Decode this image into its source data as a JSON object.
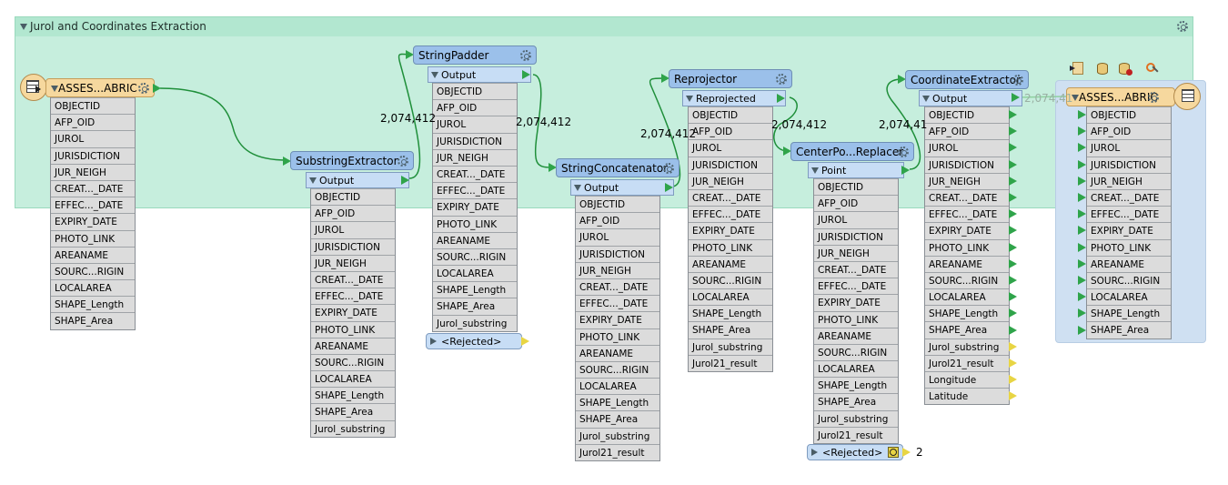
{
  "bookmark": {
    "title": "Jurol and Coordinates Extraction"
  },
  "reader": {
    "name": "ASSES...ABRIC",
    "attributes": [
      "OBJECTID",
      "AFP_OID",
      "JUROL",
      "JURISDICTION",
      "JUR_NEIGH",
      "CREAT..._DATE",
      "EFFEC..._DATE",
      "EXPIRY_DATE",
      "PHOTO_LINK",
      "AREANAME",
      "SOURC...RIGIN",
      "LOCALAREA",
      "SHAPE_Length",
      "SHAPE_Area"
    ]
  },
  "substring": {
    "name": "SubstringExtractor",
    "port": "Output",
    "attributes": [
      "OBJECTID",
      "AFP_OID",
      "JUROL",
      "JURISDICTION",
      "JUR_NEIGH",
      "CREAT..._DATE",
      "EFFEC..._DATE",
      "EXPIRY_DATE",
      "PHOTO_LINK",
      "AREANAME",
      "SOURC...RIGIN",
      "LOCALAREA",
      "SHAPE_Length",
      "SHAPE_Area",
      "Jurol_substring"
    ]
  },
  "padder": {
    "name": "StringPadder",
    "port": "Output",
    "rejected": "<Rejected>",
    "attributes": [
      "OBJECTID",
      "AFP_OID",
      "JUROL",
      "JURISDICTION",
      "JUR_NEIGH",
      "CREAT..._DATE",
      "EFFEC..._DATE",
      "EXPIRY_DATE",
      "PHOTO_LINK",
      "AREANAME",
      "SOURC...RIGIN",
      "LOCALAREA",
      "SHAPE_Length",
      "SHAPE_Area",
      "Jurol_substring"
    ]
  },
  "concat": {
    "name": "StringConcatenator",
    "port": "Output",
    "attributes": [
      "OBJECTID",
      "AFP_OID",
      "JUROL",
      "JURISDICTION",
      "JUR_NEIGH",
      "CREAT..._DATE",
      "EFFEC..._DATE",
      "EXPIRY_DATE",
      "PHOTO_LINK",
      "AREANAME",
      "SOURC...RIGIN",
      "LOCALAREA",
      "SHAPE_Length",
      "SHAPE_Area",
      "Jurol_substring",
      "Jurol21_result"
    ]
  },
  "reproj": {
    "name": "Reprojector",
    "port": "Reprojected",
    "attributes": [
      "OBJECTID",
      "AFP_OID",
      "JUROL",
      "JURISDICTION",
      "JUR_NEIGH",
      "CREAT..._DATE",
      "EFFEC..._DATE",
      "EXPIRY_DATE",
      "PHOTO_LINK",
      "AREANAME",
      "SOURC...RIGIN",
      "LOCALAREA",
      "SHAPE_Length",
      "SHAPE_Area",
      "Jurol_substring",
      "Jurol21_result"
    ]
  },
  "center": {
    "name": "CenterPo...Replacer",
    "port": "Point",
    "rejected": "<Rejected>",
    "rejected_count": "2",
    "attributes": [
      "OBJECTID",
      "AFP_OID",
      "JUROL",
      "JURISDICTION",
      "JUR_NEIGH",
      "CREAT..._DATE",
      "EFFEC..._DATE",
      "EXPIRY_DATE",
      "PHOTO_LINK",
      "AREANAME",
      "SOURC...RIGIN",
      "LOCALAREA",
      "SHAPE_Length",
      "SHAPE_Area",
      "Jurol_substring",
      "Jurol21_result"
    ]
  },
  "coord": {
    "name": "CoordinateExtractor",
    "port": "Output",
    "attributes": [
      "OBJECTID",
      "AFP_OID",
      "JUROL",
      "JURISDICTION",
      "JUR_NEIGH",
      "CREAT..._DATE",
      "EFFEC..._DATE",
      "EXPIRY_DATE",
      "PHOTO_LINK",
      "AREANAME",
      "SOURC...RIGIN",
      "LOCALAREA",
      "SHAPE_Length",
      "SHAPE_Area",
      "Jurol_substring",
      "Jurol21_result",
      "Longitude",
      "Latitude"
    ]
  },
  "writer": {
    "name": "ASSES...ABRIC",
    "attributes": [
      "OBJECTID",
      "AFP_OID",
      "JUROL",
      "JURISDICTION",
      "JUR_NEIGH",
      "CREAT..._DATE",
      "EFFEC..._DATE",
      "EXPIRY_DATE",
      "PHOTO_LINK",
      "AREANAME",
      "SOURC...RIGIN",
      "LOCALAREA",
      "SHAPE_Length",
      "SHAPE_Area"
    ]
  },
  "counts": {
    "padder_in": "2,074,412",
    "padder_out": "2,074,412",
    "concat_out": "2,074,412",
    "reproj_out": "2,074,412",
    "coord_in": "2,074,41",
    "coord_out": "2,074,41"
  },
  "colors": {
    "bookmark": "#c6eedd",
    "transformer": "#9bc0ea",
    "reader": "#f6d89e",
    "connection": "#1f8f3a",
    "output_port": "#2fa44a",
    "unconnected_port": "#e8d544"
  }
}
